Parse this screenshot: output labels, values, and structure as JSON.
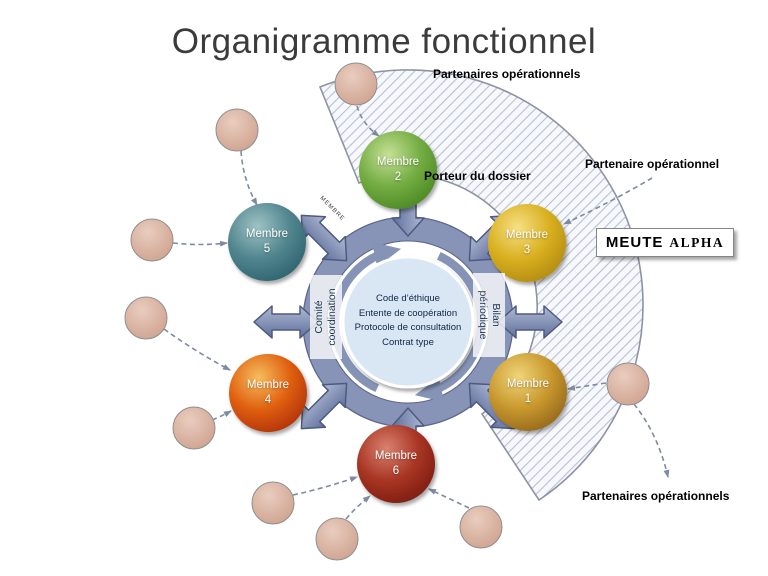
{
  "title": "Organigramme fonctionnel",
  "labels": {
    "partners_top": "Partenaires opérationnels",
    "partner_right": "Partenaire opérationnel",
    "partners_bottom": "Partenaires opérationnels",
    "porteur": "Porteur du dossier"
  },
  "badge": {
    "word1": "MEUTE",
    "word2": "ALPHA"
  },
  "hub": {
    "left_tab": {
      "line1": "Comité",
      "line2": "coordination"
    },
    "right_tab": {
      "line1": "Bilan",
      "line2": "périodique"
    },
    "documents": [
      "Code d’éthique",
      "Entente de coopération",
      "Protocole de consultation",
      "Contrat type"
    ]
  },
  "members": [
    {
      "name": "Membre",
      "number": "2",
      "color": "#74ad43"
    },
    {
      "name": "Membre",
      "number": "3",
      "color": "#d9b020"
    },
    {
      "name": "Membre",
      "number": "5",
      "color": "#52868f"
    },
    {
      "name": "Membre",
      "number": "1",
      "color": "#c9992e"
    },
    {
      "name": "Membre",
      "number": "4",
      "color": "#e06010"
    },
    {
      "name": "Membre",
      "number": "6",
      "color": "#a93524"
    }
  ],
  "inscriptions": {
    "arrow": "MEMBRE"
  },
  "colors": {
    "ring": "#8794b8",
    "double_arrow": "#7b8cb0",
    "hatch_line": "#b7c0d4",
    "partner_circle": "#d9b4a4",
    "hub_fill": "#d9e6f3",
    "dashed_connector": "#7d8aa2"
  }
}
